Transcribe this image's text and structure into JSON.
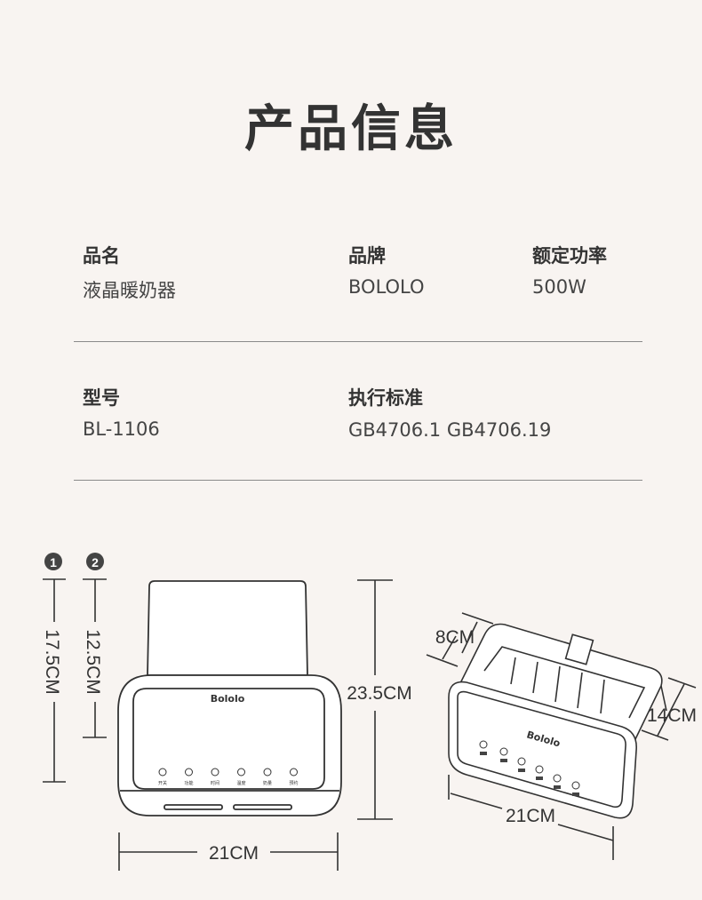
{
  "title": "产品信息",
  "specs": {
    "name_label": "品名",
    "name_value": "液晶暖奶器",
    "brand_label": "品牌",
    "brand_value": "BOLOLO",
    "power_label": "额定功率",
    "power_value": "500W",
    "model_label": "型号",
    "model_value": "BL-1106",
    "standard_label": "执行标准",
    "standard_value": "GB4706.1 GB4706.19"
  },
  "diagram": {
    "marker_1": "1",
    "marker_2": "2",
    "dim_1": "17.5CM",
    "dim_2": "12.5CM",
    "front_height": "23.5CM",
    "front_width": "21CM",
    "side_depth": "8CM",
    "side_depth2": "14CM",
    "side_width": "21CM",
    "logo": "Bololo",
    "buttons": [
      "开关",
      "功能",
      "时间",
      "温度",
      "奶量",
      "预约"
    ]
  },
  "colors": {
    "background": "#f8f4f1",
    "text": "#333333",
    "rule": "#8a8a8a"
  }
}
